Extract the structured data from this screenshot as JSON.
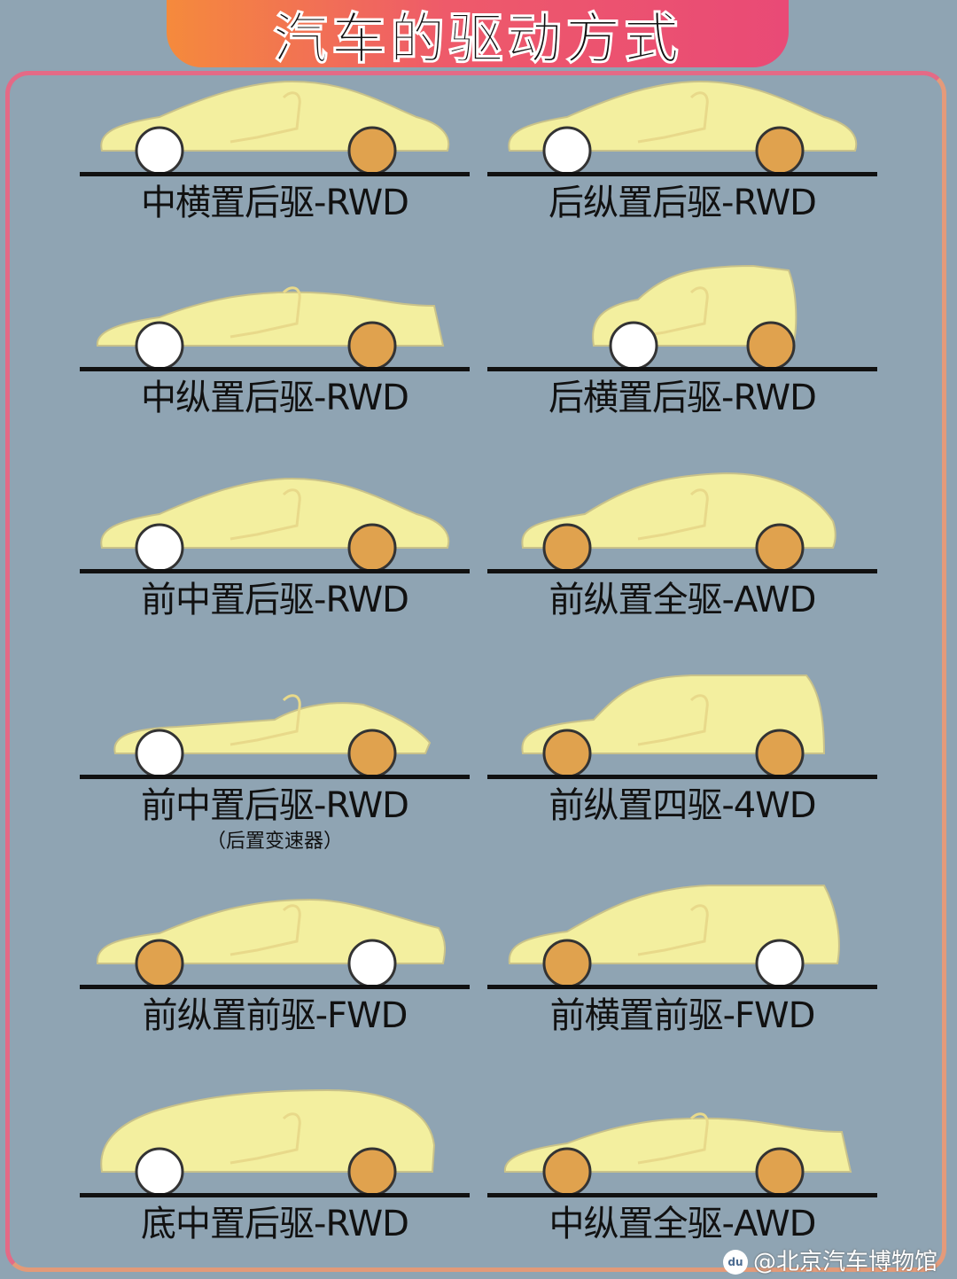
{
  "title": "汽车的驱动方式",
  "colors": {
    "background": "#8fa4b3",
    "body": "#f3ef9f",
    "driven_wheel": "#e0a24e",
    "free_wheel": "#ffffff",
    "frame": "#e46a86"
  },
  "layouts": [
    {
      "label": "中横置后驱-RWD",
      "drive": "rear",
      "shape": "coupe"
    },
    {
      "label": "后纵置后驱-RWD",
      "drive": "rear",
      "shape": "coupe"
    },
    {
      "label": "中纵置后驱-RWD",
      "drive": "rear",
      "shape": "super"
    },
    {
      "label": "后横置后驱-RWD",
      "drive": "rear",
      "shape": "mini"
    },
    {
      "label": "前中置后驱-RWD",
      "drive": "rear",
      "shape": "coupe"
    },
    {
      "label": "前纵置全驱-AWD",
      "drive": "all",
      "shape": "hatch"
    },
    {
      "label": "前中置后驱-RWD",
      "sublabel": "（后置变速器）",
      "drive": "rear",
      "shape": "roadster"
    },
    {
      "label": "前纵置四驱-4WD",
      "drive": "all",
      "shape": "suv"
    },
    {
      "label": "前纵置前驱-FWD",
      "drive": "front",
      "shape": "sedan"
    },
    {
      "label": "前横置前驱-FWD",
      "drive": "front",
      "shape": "wagon"
    },
    {
      "label": "底中置后驱-RWD",
      "drive": "rear",
      "shape": "van"
    },
    {
      "label": "中纵置全驱-AWD",
      "drive": "all",
      "shape": "super"
    }
  ],
  "watermark": {
    "logo": "du",
    "text": "@北京汽车博物馆"
  }
}
